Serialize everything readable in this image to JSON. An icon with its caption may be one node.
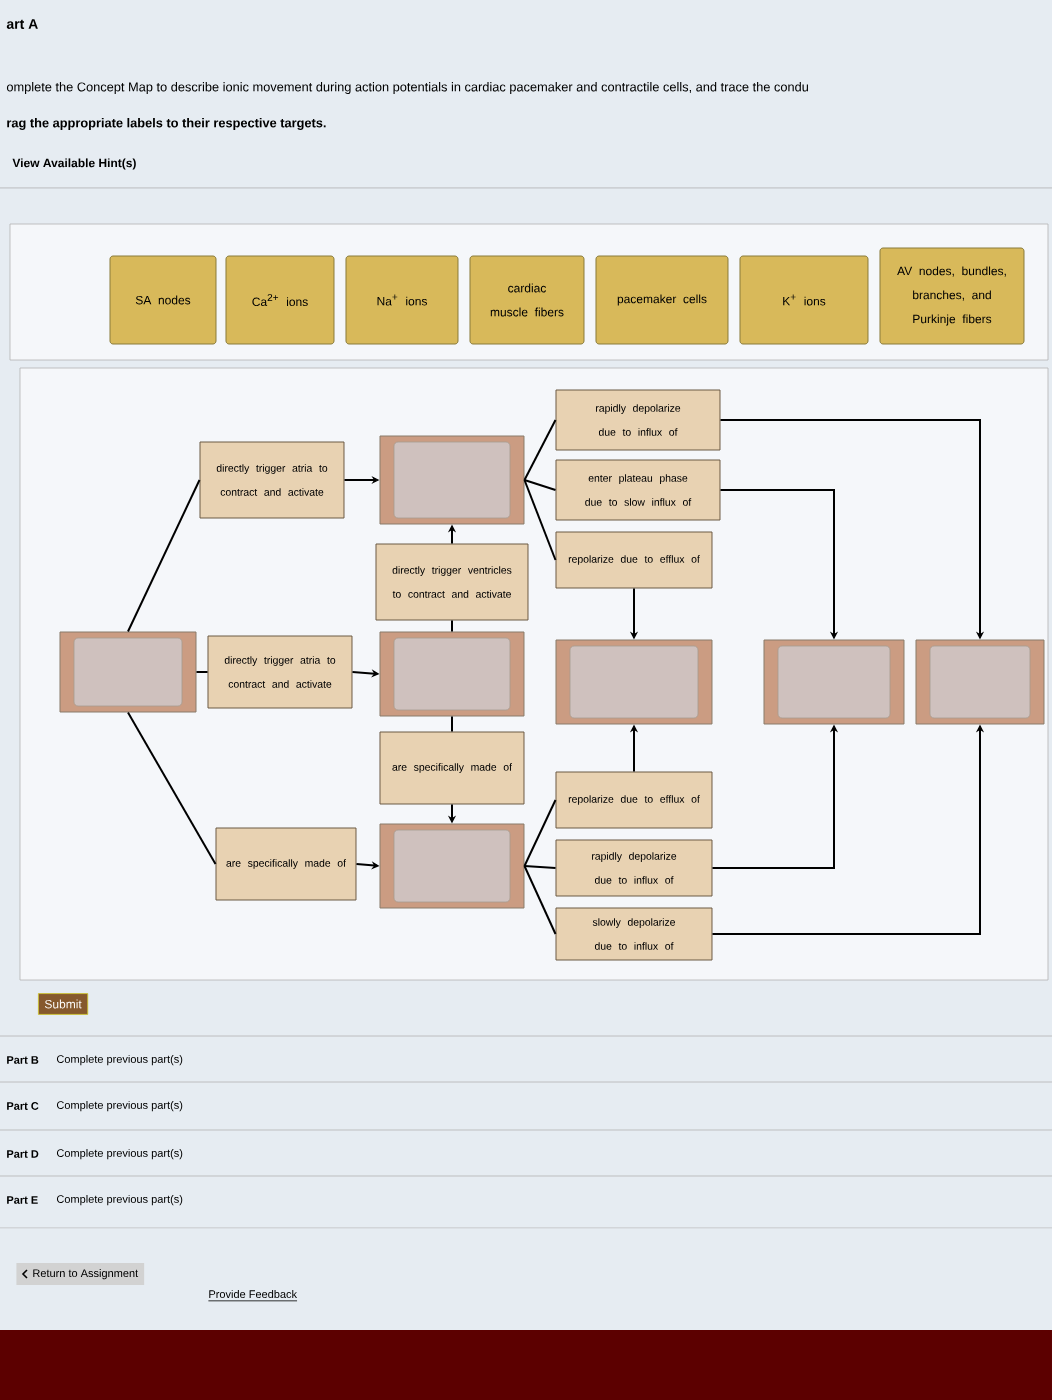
{
  "diagram": {
    "nodes": [
      {
        "text": [
          "SA nodes"
        ]
      },
      {
        "text": [
          "Ca$^{2+}$ ions"
        ]
      },
      {
        "text": [
          "Na$^{+}$ ions"
        ]
      },
      {
        "text": [
          "cardiac muscle fibers"
        ]
      },
      {
        "text": [
          "pacemaker cells"
        ]
      },
      {
        "text": [
          "K$^{+}$ ions"
        ]
      },
      {
        "text": [
          "AV nodes, bundles, branches, and Purkinje fibers"
        ]
      },
      {
        "text": [
          "rapidly depolarize due to influx of"
        ]
      },
      {
        "text": [
          "directly trigger atria to contract and activate"
        ]
      },
      {
        "text": [],
        "shape": "box"
      },
      {
        "text": [
          "enter plateau phase due to slow influx of"
        ]
      },
      {
        "text": [
          "repolarize due to efflux of"
        ]
      },
      {
        "text": [
          "directly trigger ventricles to contract and activate"
        ]
      },
      {
        "text": [],
        "shape": "box"
      },
      {
        "text": [
          "directly trigger atria to contract and activate"
        ]
      },
      {
        "text": [],
        "shape": "box"
      },
      {
        "text": [],
        "shape": "box"
      },
      {
        "text": [],
        "shape": "box"
      },
      {
        "text": [],
        "shape": "box"
      },
      {
        "text": [
          "are specifically made of"
        ]
      },
      {
        "text": [
          "repolarize due to efflux of"
        ]
      },
      {
        "text": [
          "are specifically made of"
        ]
      },
      {
        "text": [],
        "shape": "box"
      },
      {
        "text": [
          "rapidly depolarize due to influx of"
        ]
      },
      {
        "text": [
          "slowly depolarize due to influx of"
        ]
      }
    ],
    "edges": [
      {
        "from": 13,
        "to": 8,
        "arrow": "none"
      },
      {
        "from": 8,
        "to": 9,
        "arrow": "to"
      },
      {
        "from": 9,
        "to": 7,
        "arrow": "none"
      },
      {
        "from": 9,
        "to": 10,
        "arrow": "none"
      },
      {
        "from": 9,
        "to": 11,
        "arrow": "none"
      },
      {
        "from": 7,
        "to": 18,
        "arrow": "to"
      },
      {
        "from": 10,
        "to": 17,
        "arrow": "to"
      },
      {
        "from": 11,
        "to": 16,
        "arrow": "to"
      },
      {
        "from": 15,
        "to": 12,
        "arrow": "none"
      },
      {
        "from": 12,
        "to": 9,
        "arrow": "to"
      },
      {
        "from": 13,
        "to": 14,
        "arrow": "none"
      },
      {
        "from": 14,
        "to": 15,
        "arrow": "to"
      },
      {
        "from": 15,
        "to": 19,
        "arrow": "none"
      },
      {
        "from": 19,
        "to": 22,
        "arrow": "to"
      },
      {
        "from": 13,
        "to": 21,
        "arrow": "none"
      },
      {
        "from": 21,
        "to": 22,
        "arrow": "to"
      },
      {
        "from": 22,
        "to": 20,
        "arrow": "none"
      },
      {
        "from": 22,
        "to": 23,
        "arrow": "none"
      },
      {
        "from": 22,
        "to": 24,
        "arrow": "none"
      },
      {
        "from": 20,
        "to": 16,
        "arrow": "to"
      },
      {
        "from": 23,
        "to": 17,
        "arrow": "to"
      },
      {
        "from": 24,
        "to": 18,
        "arrow": "to"
      }
    ],
    "labels": [
      "art A",
      "omplete the Concept Map to describe ionic movement during action potentials in cardiac pacemaker and contractile cells, and trace the condu",
      "rag the appropriate labels to their respective targets.",
      "View Available Hint(s)",
      "Submit",
      "Part B",
      "Complete previous part(s)",
      "Part C",
      "Complete previous part(s)",
      "Part D",
      "Complete previous part(s)",
      "Part E",
      "Complete previous part(s)",
      "Return to Assignment",
      "Provide Feedback"
    ]
  }
}
